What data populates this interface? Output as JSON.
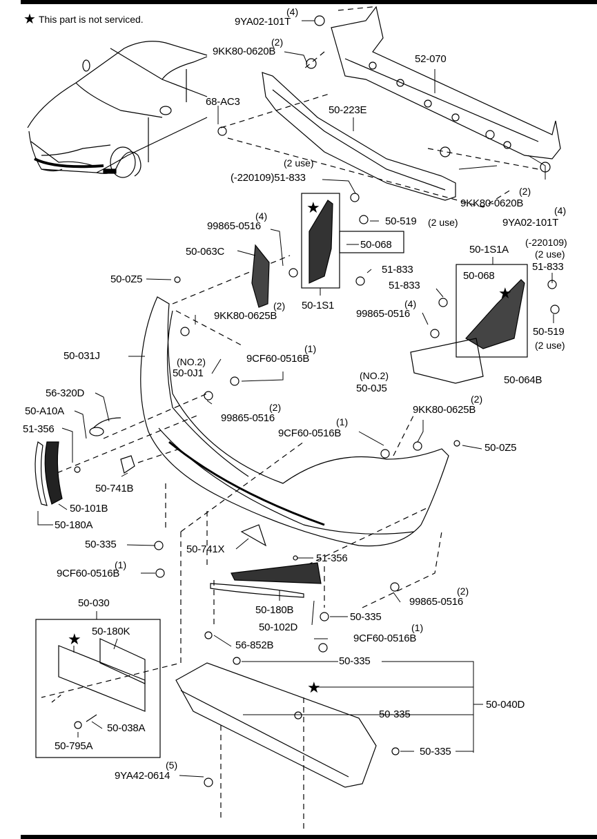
{
  "legend": {
    "symbol": "★",
    "text": "This part is not serviced."
  },
  "labels": {
    "p9YA02_101T_top": "9YA02-101T",
    "q9YA02_101T_top": "(4)",
    "p9KK80_0620B_top": "9KK80-0620B",
    "q9KK80_0620B_top": "(2)",
    "p52_070": "52-070",
    "p68_AC3": "68-AC3",
    "p50_223E": "50-223E",
    "q2use_51_833_a": "(2 use)",
    "p51_833_a": "(-220109)51-833",
    "p9KK80_0620B_right": "9KK80-0620B",
    "q9KK80_0620B_right": "(2)",
    "p9YA02_101T_right": "9YA02-101T",
    "q9YA02_101T_right": "(4)",
    "p99865_0516_a": "99865-0516",
    "q99865_0516_a": "(4)",
    "p50_519_a": "50-519",
    "q50_519_a": "(2 use)",
    "p50_068_a": "50-068",
    "p50_063C": "50-063C",
    "p51_833_b": "51-833",
    "p50_1S1": "50-1S1",
    "p50_1S1A": "50-1S1A",
    "q_220109_b": "(-220109)",
    "q2use_b": "(2 use)",
    "p51_833_c": "51-833",
    "p51_833_d": "51-833",
    "p50_068_b": "50-068",
    "p99865_0516_b": "99865-0516",
    "q99865_0516_b": "(4)",
    "p50_519_b": "50-519",
    "q50_519_b": "(2 use)",
    "p50_0Z5_a": "50-0Z5",
    "p9KK80_0625B_a": "9KK80-0625B",
    "q9KK80_0625B_a": "(2)",
    "p50_031J": "50-031J",
    "q_no2_a": "(NO.2)",
    "p50_0J1": "50-0J1",
    "p9CF60_0516B_a": "9CF60-0516B",
    "q9CF60_0516B_a": "(1)",
    "p50_064B": "50-064B",
    "q_no2_b": "(NO.2)",
    "p50_0J5": "50-0J5",
    "p56_320D": "56-320D",
    "p99865_0516_c": "99865-0516",
    "q99865_0516_c": "(2)",
    "p50_A10A": "50-A10A",
    "p9KK80_0625B_b": "9KK80-0625B",
    "q9KK80_0625B_b": "(2)",
    "p51_356_a": "51-356",
    "p9CF60_0516B_b": "9CF60-0516B",
    "q9CF60_0516B_b": "(1)",
    "p50_0Z5_b": "50-0Z5",
    "p50_741B": "50-741B",
    "p50_101B": "50-101B",
    "p50_180A": "50-180A",
    "p50_335_a": "50-335",
    "p50_741X": "50-741X",
    "p9CF60_0516B_c": "9CF60-0516B",
    "q9CF60_0516B_c": "(1)",
    "p51_356_b": "51-356",
    "p99865_0516_d": "99865-0516",
    "q99865_0516_d": "(2)",
    "p50_180B": "50-180B",
    "p50_335_b": "50-335",
    "p50_102D": "50-102D",
    "p9CF60_0516B_d": "9CF60-0516B",
    "q9CF60_0516B_d": "(1)",
    "p50_030": "50-030",
    "p50_180K": "50-180K",
    "p56_852B": "56-852B",
    "p50_335_c": "50-335",
    "p50_040D": "50-040D",
    "p50_335_d": "50-335",
    "p50_038A": "50-038A",
    "p50_795A": "50-795A",
    "p50_335_e": "50-335",
    "p9YA42_0614": "9YA42-0614",
    "q9YA42_0614": "(5)"
  },
  "stars": {
    "symbol": "★"
  }
}
